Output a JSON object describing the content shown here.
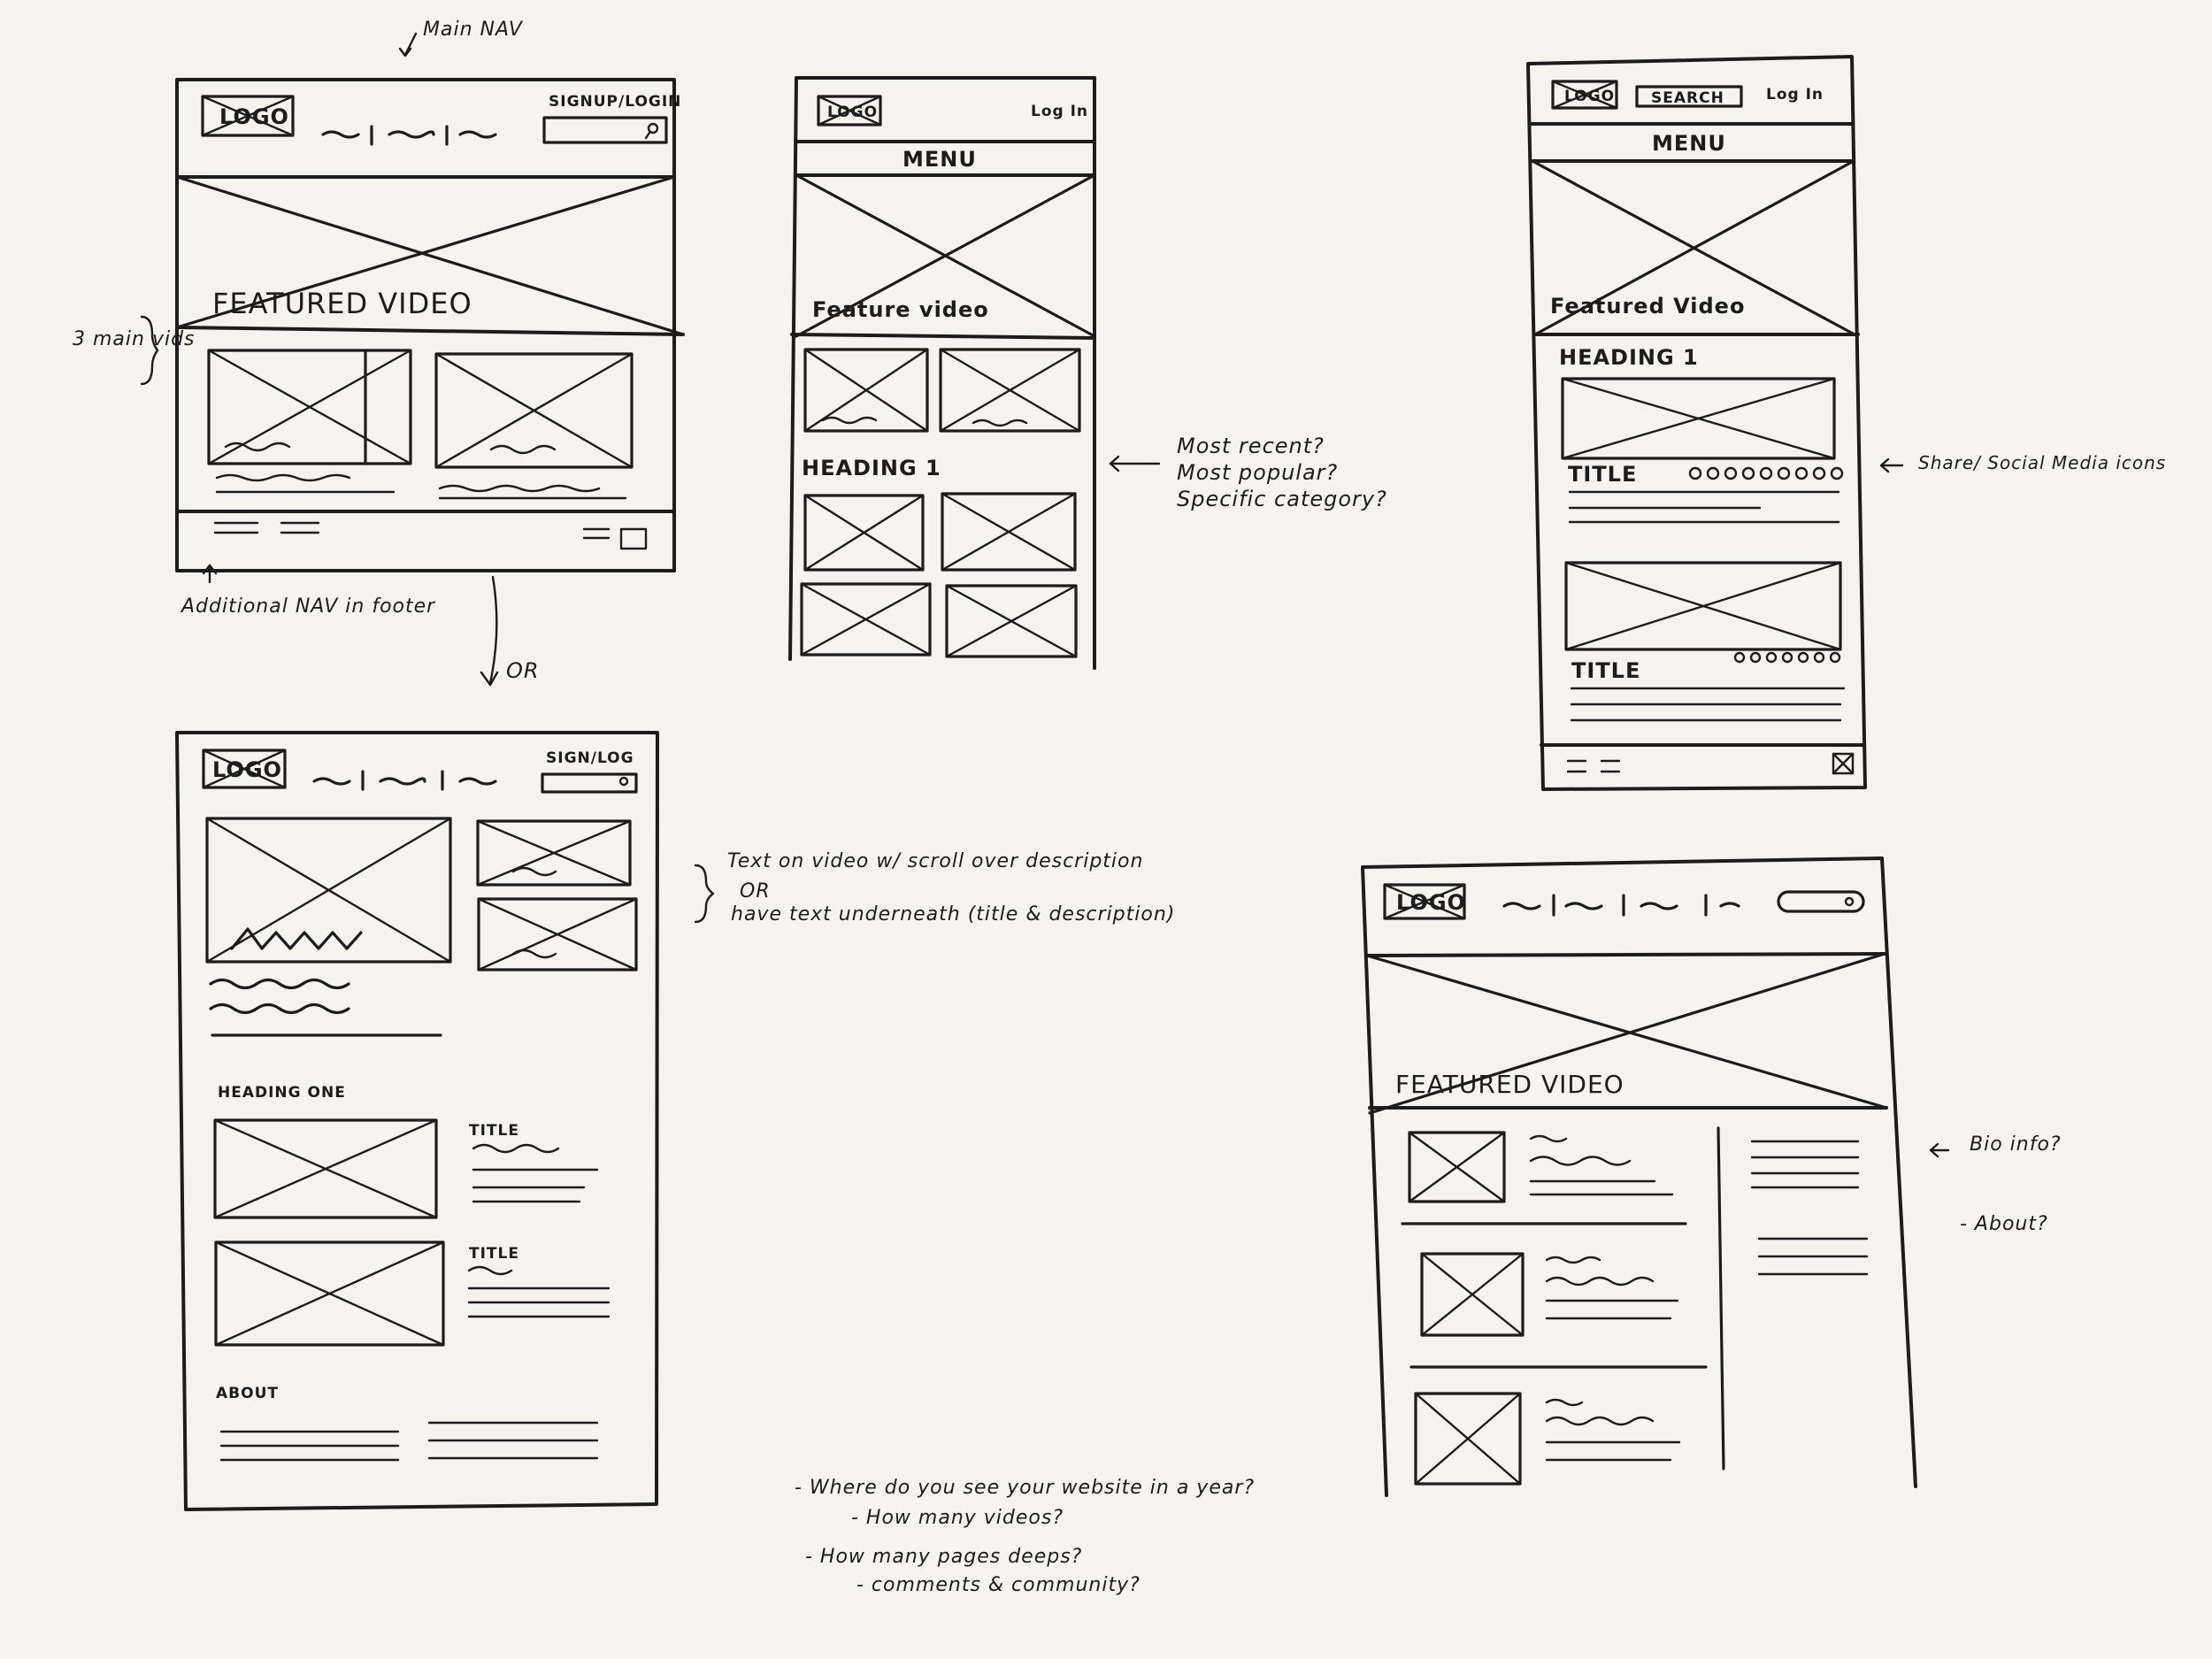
{
  "desktop_wireframe": {
    "logo": "LOGO",
    "signup_login": "SIGNUP/LOGIN",
    "featured_video": "FEATURED VIDEO",
    "annotation_main_nav": "Main NAV",
    "annotation_three_vids": "3 main vids",
    "annotation_footer_nav": "Additional NAV in footer"
  },
  "mobile_wireframe": {
    "logo": "LOGO",
    "login": "Log In",
    "menu": "MENU",
    "feature_video": "Feature video",
    "heading": "HEADING 1",
    "annotation": [
      "Most recent?",
      "Most popular?",
      "Specific category?"
    ]
  },
  "tablet_wireframe": {
    "logo": "LOGO",
    "search": "SEARCH",
    "login": "Log In",
    "menu": "MENU",
    "featured_video": "Featured Video",
    "heading": "HEADING 1",
    "title_1": "TITLE",
    "title_2": "TITLE",
    "annotation": "Share/ Social Media icons"
  },
  "alternate_layout": {
    "or_label": "OR",
    "logo": "LOGO",
    "sign_log": "SIGN/LOG",
    "heading": "HEADING ONE",
    "title_1": "TITLE",
    "title_2": "TITLE",
    "about": "ABOUT",
    "annotation": [
      "Text on video w/ scroll over description",
      "OR",
      "have text underneath (title & description)"
    ]
  },
  "wide_layout": {
    "logo": "LOGO",
    "featured_video": "FEATURED VIDEO",
    "annotation_bio": "Bio info?",
    "annotation_about": "- About?"
  },
  "questions": [
    "- Where do you see your website in a year?",
    "- How many videos?",
    "- How many pages deeps?",
    "- comments & community?"
  ]
}
